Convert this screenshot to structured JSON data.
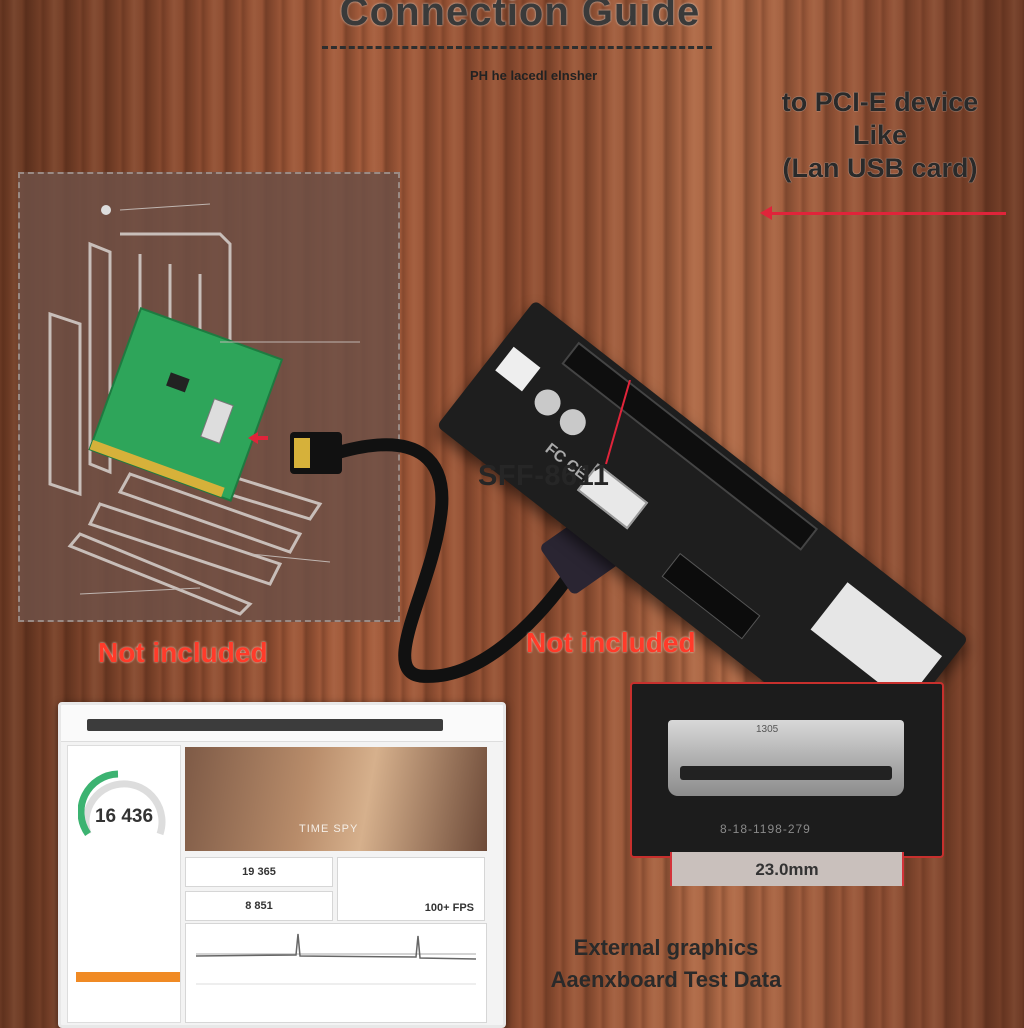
{
  "header": {
    "title": "Connection Guide",
    "subtitle": "PH he lacedl elnsher"
  },
  "device_label": {
    "line1": "to PCI-E device",
    "line2": "Like",
    "line3": "(Lan USB card)"
  },
  "connector_label": "SFF-8611",
  "not_included_left": "Not included",
  "not_included_right": "Not included",
  "screenshot": {
    "score": "16 436",
    "scene_label": "TIME SPY",
    "stat_1": "19 365",
    "stat_2": "8 851",
    "fps": "100+ FPS"
  },
  "connector_photo": {
    "top_label": "1305",
    "code": "8-18-1198-279",
    "dimension": "23.0mm"
  },
  "caption": {
    "line1": "External graphics",
    "line2": "Aaenxboard Test Data"
  },
  "colors": {
    "accent_red": "#ff3b2a",
    "arrow_red": "#e0243a",
    "board_black": "#1e1e1e",
    "pcb_green": "#2ea55a",
    "orange": "#f08a24"
  },
  "icons": {
    "arrow": "arrow-left-icon",
    "fcc_mark": "fcc-ce-icon"
  }
}
